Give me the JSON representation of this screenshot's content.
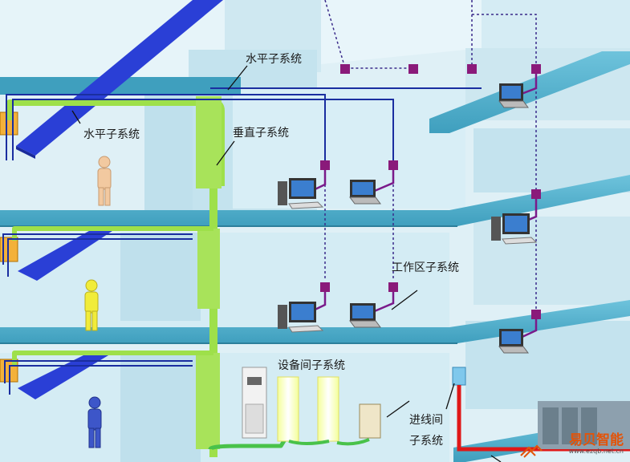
{
  "labels": {
    "horizontal_top": "水平子系统",
    "horizontal_left": "水平子系统",
    "vertical": "垂直子系统",
    "work_area": "工作区子系统",
    "equipment_room": "设备间子系统",
    "entrance_line1": "进线间",
    "entrance_line2": "子系统"
  },
  "watermark": {
    "text": "易贝智能",
    "url": "www.ezqb.net.cn"
  },
  "colors": {
    "floor_slab": "#3f9fbe",
    "wall": "#b8e0ec",
    "backbone_cable": "#9ee04a",
    "horizontal_cable": "#1a2ea0",
    "cable_tray": "#2a3fd6",
    "outlet": "#8a1a7a",
    "entrance_cable": "#e01818",
    "watermark": "#e2540a"
  }
}
